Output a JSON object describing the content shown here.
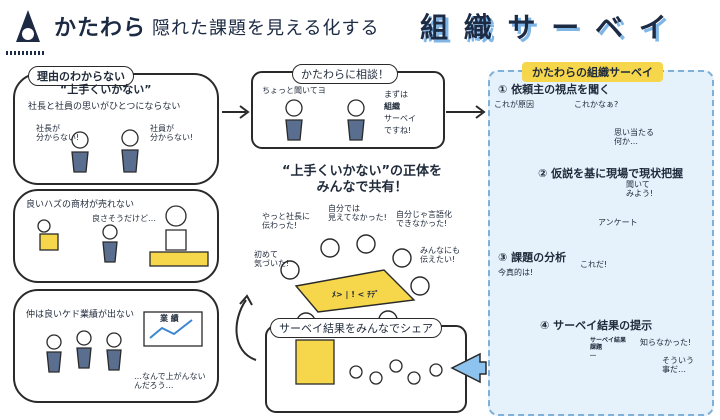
{
  "header": {
    "brand": "かたわら",
    "subtitle": "隠れた課題を見える化する",
    "title": "組 織 サ ー ベ イ"
  },
  "left": {
    "reasons_title_1": "理由のわからない",
    "reasons_title_2": "“上手くいかない”",
    "panel1_heading": "社長と社員の思いがひとつにならない",
    "panel1_speech_a": "社長が\n分からない!",
    "panel1_speech_b": "社員が\n分からない!",
    "panel2_heading": "良いハズの商材が売れない",
    "panel2_speech": "良さそうだけど…",
    "panel3_heading": "仲は良いケド業績が出ない",
    "panel3_board": "業 績",
    "panel3_speech": "…なんで上がんない\nんだろう…"
  },
  "center": {
    "consult_label": "かたわらに相談！",
    "consult_a": "ちょっと聞いてヨ",
    "consult_b_1": "まずは",
    "consult_b_2": "組織",
    "consult_b_3": "サーベイ",
    "consult_b_4": "ですね!",
    "share_1": "“上手くいかない”の正体を",
    "share_2": "みんなで共有！",
    "q1": "やっと社長に\n伝わった!",
    "q2": "自分では\n見えてなかった!",
    "q3": "自分じゃ言語化\nできなかった!",
    "q4": "初めて\n気づいた!",
    "q5": "みんなにも\n伝えたい!",
    "table_text": "ﾒ> | ! < ﾁﾃﾞ",
    "result_label": "サーベイ結果をみんなでシェア"
  },
  "process": {
    "title": "かたわらの組織サーベイ",
    "step1": "① 依頼主の視点を聞く",
    "step1_note_a": "これが原因",
    "step1_note_b": "これかなぁ?",
    "step1_note_c": "思い当たる\n何か…",
    "step2": "② 仮説を基に現場で現状把握",
    "step2_note_a": "聞いて\nみよう!",
    "step2_note_b": "アンケート",
    "step3": "③ 課題の分析",
    "step3_note_a": "今真的は!",
    "step3_note_b": "これだ!",
    "step4": "④ サーベイ結果の提示",
    "step4_note_a": "知らなかった!",
    "step4_note_b": "そういう\n事だ…",
    "step4_board": "サーベイ結果\n課題\n…"
  },
  "colors": {
    "navy": "#1c2a44",
    "accent_blue": "#7fb6e6",
    "arrow_blue": "#8ec3ef",
    "highlight_yellow": "#f6d64a",
    "process_bg": "#e5f1fb"
  }
}
